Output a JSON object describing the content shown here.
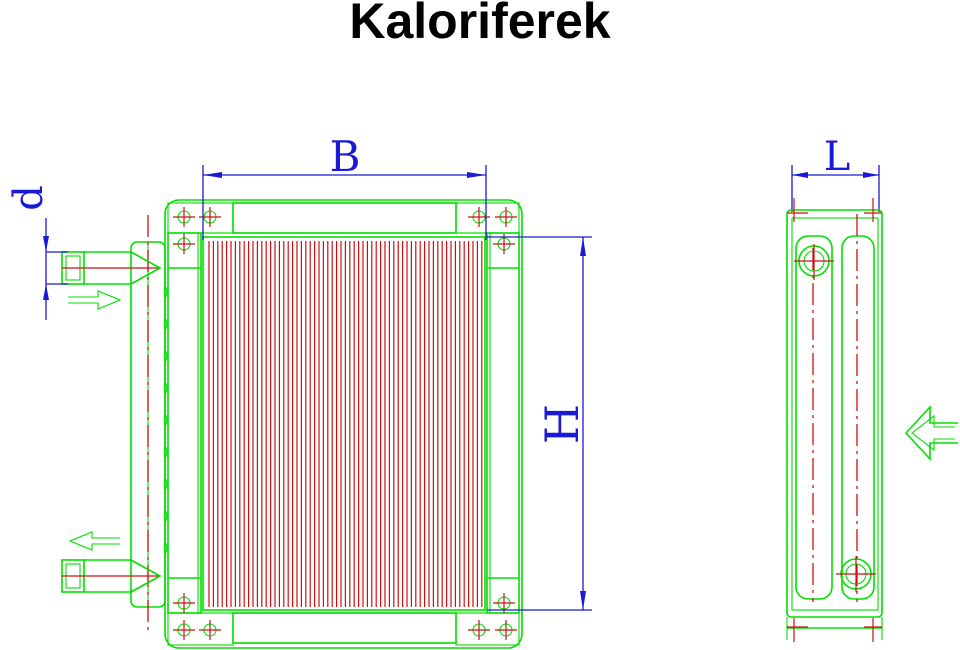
{
  "title": "Kaloriferek",
  "dimensions": {
    "width_label": "B",
    "height_label": "H",
    "depth_label": "L",
    "pipe_label": "d"
  },
  "colors": {
    "outline": "#00e000",
    "fins": "#cc1111",
    "dimension": "#1a1ad6"
  }
}
